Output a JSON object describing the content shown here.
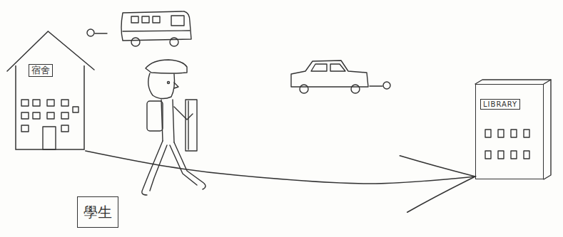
{
  "diagram": {
    "nodes": [
      {
        "text": [
          "宿舍"
        ]
      },
      {
        "text": [
          "LIBRARY"
        ]
      },
      {
        "text": [
          "學生"
        ]
      }
    ],
    "edges": [
      {
        "from": 0,
        "to": 1,
        "arrow": "to"
      }
    ]
  }
}
